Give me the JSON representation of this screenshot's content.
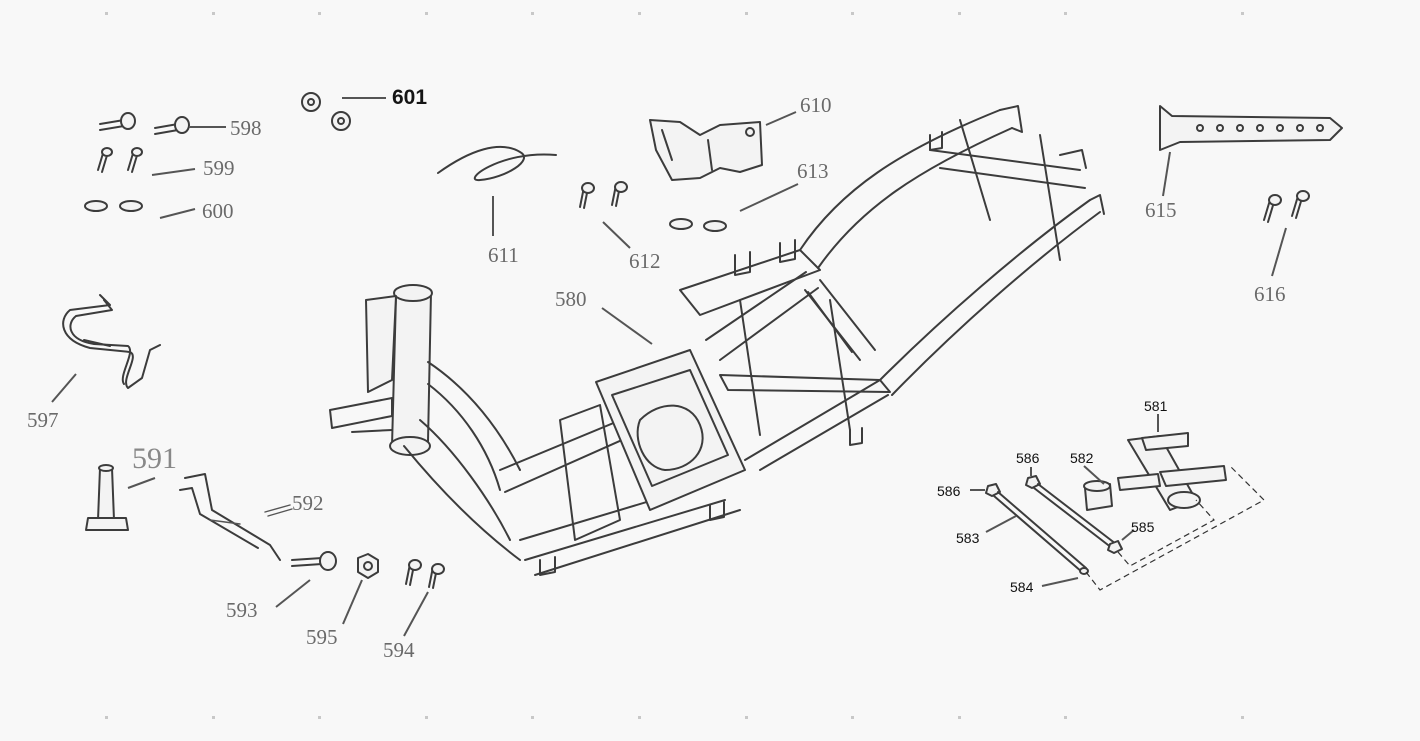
{
  "diagram": {
    "parts": [
      {
        "id": "p580",
        "label": "580",
        "icon": "frame-icon"
      },
      {
        "id": "p581",
        "label": "581",
        "icon": "swingarm-bracket-icon"
      },
      {
        "id": "p582",
        "label": "582",
        "icon": "bushing-icon"
      },
      {
        "id": "p583",
        "label": "583",
        "icon": "shaft-icon"
      },
      {
        "id": "p584",
        "label": "584",
        "icon": "shaft-icon"
      },
      {
        "id": "p585",
        "label": "585",
        "icon": "nut-icon"
      },
      {
        "id": "p586a",
        "label": "586",
        "icon": "nut-icon"
      },
      {
        "id": "p586b",
        "label": "586",
        "icon": "nut-icon"
      },
      {
        "id": "p591",
        "label": "591",
        "icon": "stand-icon"
      },
      {
        "id": "p592",
        "label": "592",
        "icon": "spring-icon"
      },
      {
        "id": "p593",
        "label": "593",
        "icon": "bolt-icon"
      },
      {
        "id": "p594",
        "label": "594",
        "icon": "bolt-icon"
      },
      {
        "id": "p595",
        "label": "595",
        "icon": "nut-icon"
      },
      {
        "id": "p597",
        "label": "597",
        "icon": "handle-bar-icon"
      },
      {
        "id": "p598",
        "label": "598",
        "icon": "bolt-icon"
      },
      {
        "id": "p599",
        "label": "599",
        "icon": "bolt-icon"
      },
      {
        "id": "p600",
        "label": "600",
        "icon": "washer-icon"
      },
      {
        "id": "p601",
        "label": "601",
        "icon": "clip-icon"
      },
      {
        "id": "p610",
        "label": "610",
        "icon": "bracket-icon"
      },
      {
        "id": "p611",
        "label": "611",
        "icon": "cable-icon"
      },
      {
        "id": "p612",
        "label": "612",
        "icon": "bolt-icon"
      },
      {
        "id": "p613",
        "label": "613",
        "icon": "washer-icon"
      },
      {
        "id": "p615",
        "label": "615",
        "icon": "plate-icon"
      },
      {
        "id": "p616",
        "label": "616",
        "icon": "bolt-icon"
      }
    ]
  }
}
